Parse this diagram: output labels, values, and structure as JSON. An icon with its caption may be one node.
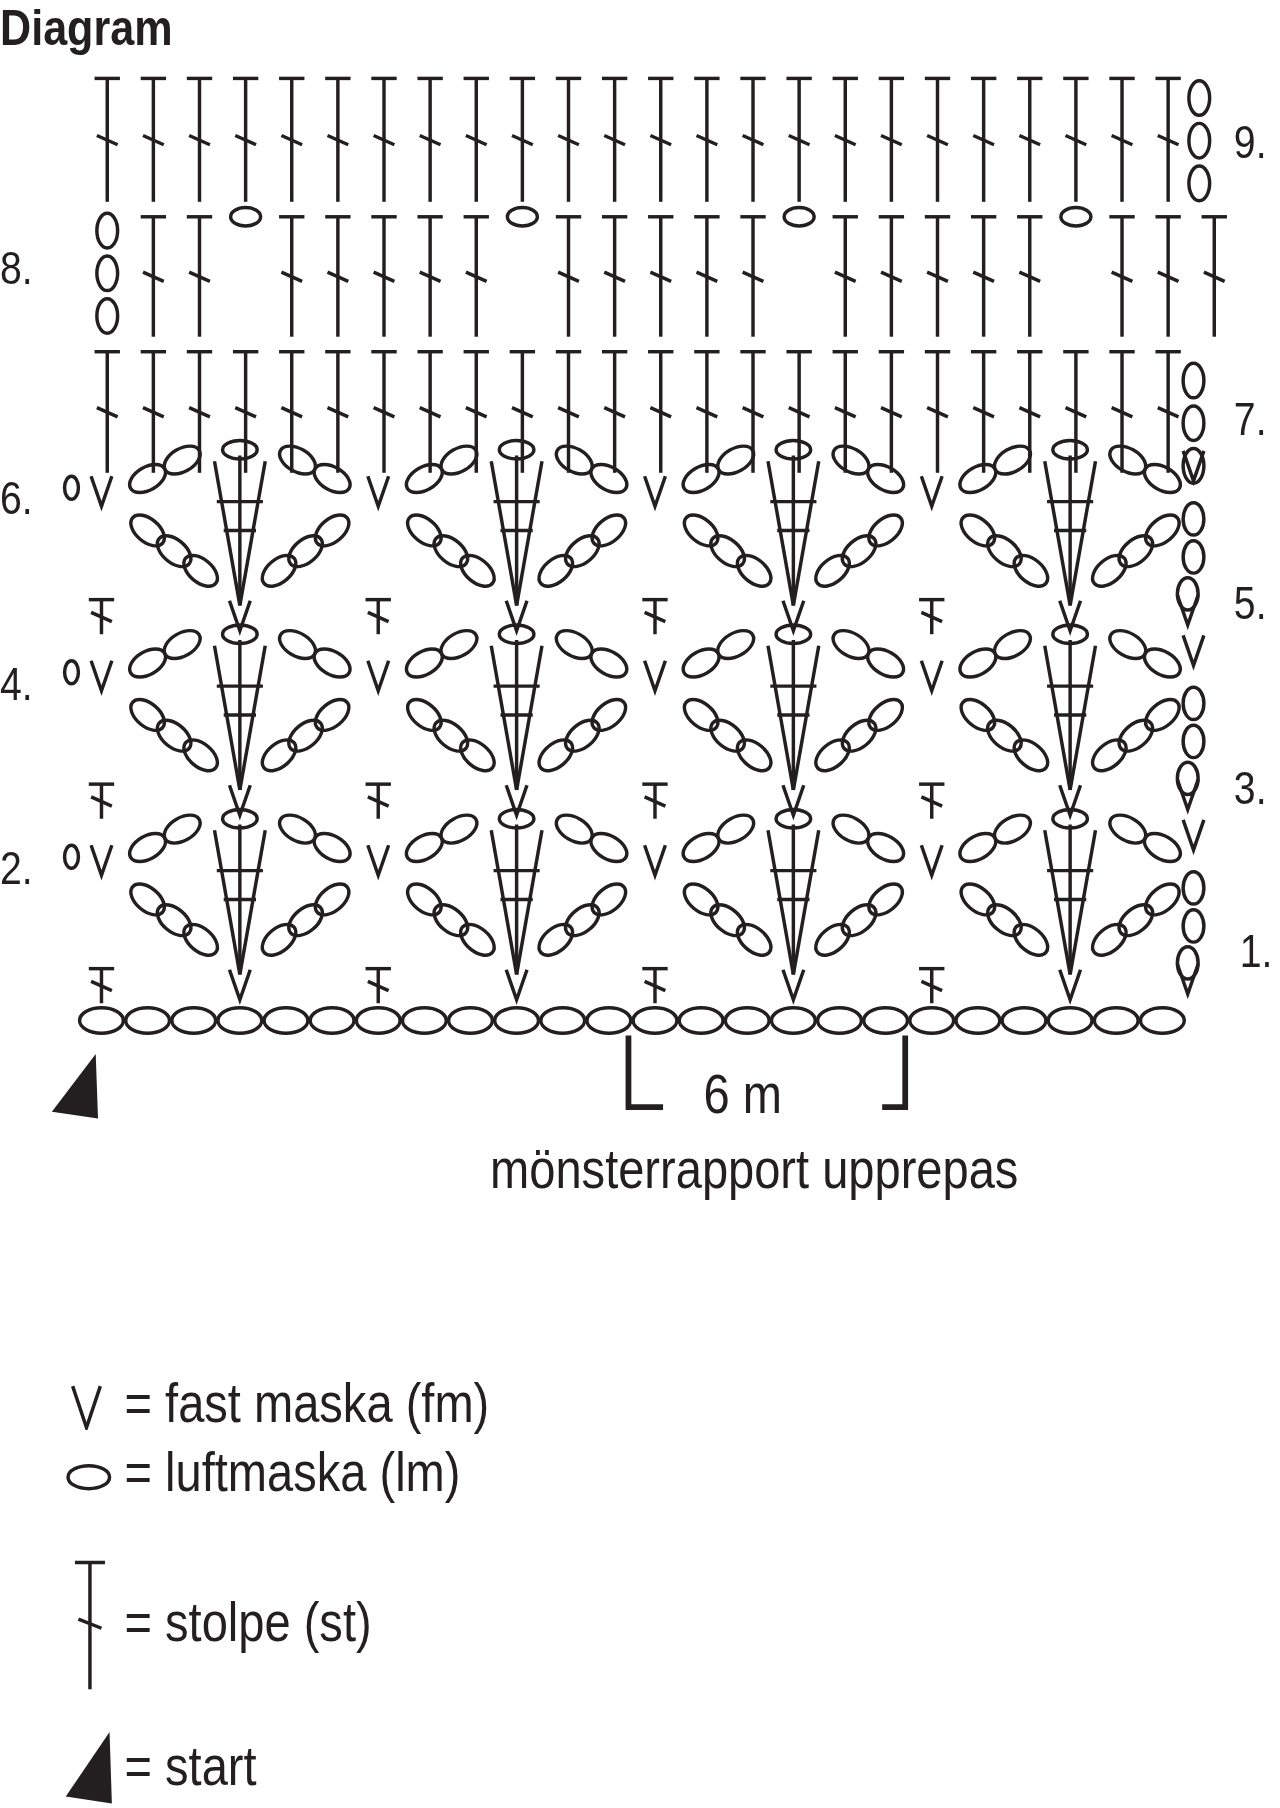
{
  "diagram": {
    "title": "Diagram",
    "labels": [
      "9.",
      "8.",
      "7.",
      "6.",
      "5.",
      "4.",
      "3.",
      "2.",
      "1.",
      "6 m",
      "mönsterrapport upprepas"
    ],
    "legend": [
      {
        "text": "= fast maska (fm)"
      },
      {
        "text": "= luftmaska (lm)"
      },
      {
        "text": "= stolpe (st)"
      },
      {
        "text": "= start"
      }
    ]
  }
}
